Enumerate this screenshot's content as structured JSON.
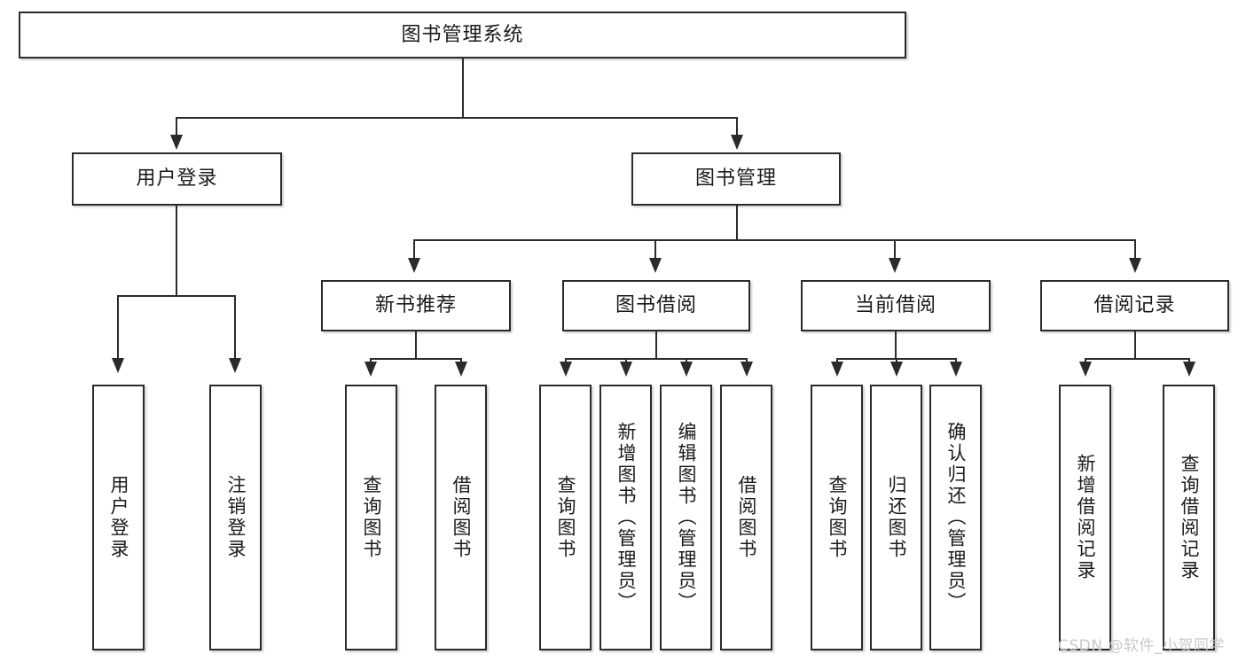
{
  "diagram": {
    "type": "tree-hierarchy",
    "title": "图书管理系统",
    "watermark": "CSDN @软件_小贺同学",
    "colors": {
      "box_border": "#2b2b2b",
      "box_fill": "#ffffff",
      "line": "#2b2b2b",
      "text": "#1a1a1a",
      "watermark": "#c9c9c9",
      "background": "#ffffff"
    },
    "root": {
      "label": "图书管理系统"
    },
    "level2": [
      {
        "label": "用户登录"
      },
      {
        "label": "图书管理"
      }
    ],
    "level3": [
      {
        "label": "新书推荐"
      },
      {
        "label": "图书借阅"
      },
      {
        "label": "当前借阅"
      },
      {
        "label": "借阅记录"
      }
    ],
    "leaves": {
      "user_login": [
        {
          "label": "用户登录"
        },
        {
          "label": "注销登录"
        }
      ],
      "new_book_recommend": [
        {
          "label": "查询图书"
        },
        {
          "label": "借阅图书"
        }
      ],
      "book_borrow": [
        {
          "label": "查询图书"
        },
        {
          "label": "新增图书（管理员）"
        },
        {
          "label": "编辑图书（管理员）"
        },
        {
          "label": "借阅图书"
        }
      ],
      "current_borrow": [
        {
          "label": "查询图书"
        },
        {
          "label": "归还图书"
        },
        {
          "label": "确认归还（管理员）"
        }
      ],
      "borrow_record": [
        {
          "label": "新增借阅记录"
        },
        {
          "label": "查询借阅记录"
        }
      ]
    }
  }
}
